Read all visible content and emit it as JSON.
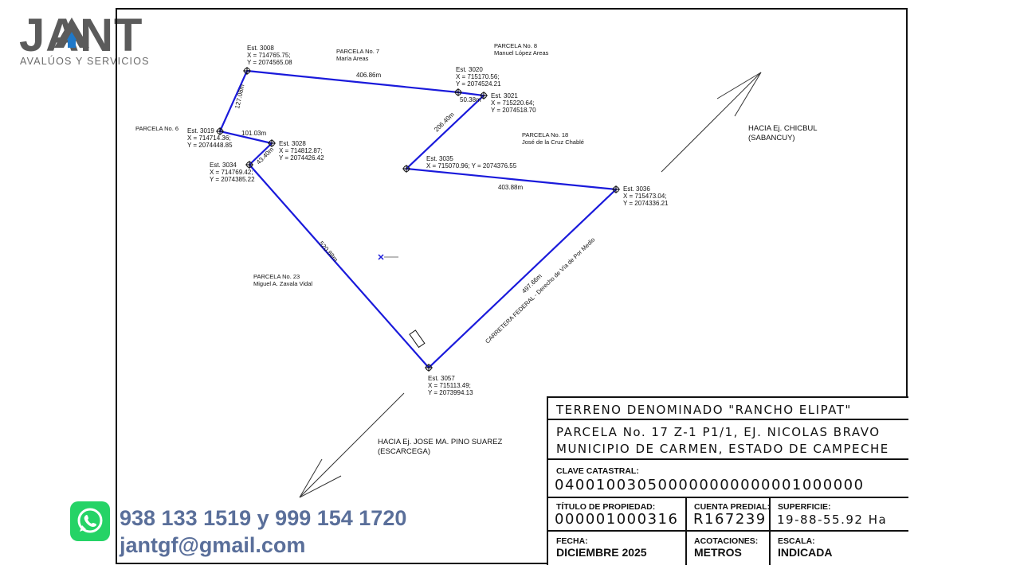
{
  "logo": {
    "title": "JANT",
    "subtitle": "AVALÚOS Y SERVICIOS"
  },
  "contact": {
    "phone": "938 133 1519 y 999 154 1720",
    "email": "jantgf@gmail.com"
  },
  "stations": [
    {
      "name": "Est. 3008",
      "x": "X = 714765.75;",
      "y": "Y = 2074565.08"
    },
    {
      "name": "Est. 3020",
      "x": "X = 715170.56;",
      "y": "Y = 2074524.21"
    },
    {
      "name": "Est. 3021",
      "x": "X = 715220.64;",
      "y": "Y = 2074518.70"
    },
    {
      "name": "Est. 3019",
      "x": "X = 714714.36;",
      "y": "Y = 2074448.85"
    },
    {
      "name": "Est. 3028",
      "x": "X = 714812.87;",
      "y": "Y = 2074426.42"
    },
    {
      "name": "Est. 3034",
      "x": "X = 714769.42;",
      "y": "Y = 2074385.22"
    },
    {
      "name": "Est. 3035",
      "x": "X = 715070.96; Y = 2074376.55",
      "y": ""
    },
    {
      "name": "Est. 3036",
      "x": "X = 715473.04;",
      "y": "Y = 2074336.21"
    },
    {
      "name": "Est. 3057",
      "x": "X = 715113.49;",
      "y": "Y = 2073994.13"
    }
  ],
  "distances": [
    "406.86m",
    "50.38m",
    "127.08m",
    "101.03m",
    "43.40m",
    "206.40m",
    "403.88m",
    "520.88m",
    "497.66m"
  ],
  "parcels": [
    {
      "title": "PARCELA No. 7",
      "owner": "María Areas"
    },
    {
      "title": "PARCELA No. 8",
      "owner": "Manuel López Areas"
    },
    {
      "title": "PARCELA No. 6",
      "owner": ""
    },
    {
      "title": "PARCELA No. 18",
      "owner": "José de la Cruz Chablé"
    },
    {
      "title": "PARCELA No. 23",
      "owner": "Miguel A. Zavala Vidal"
    }
  ],
  "road_label": "CARRETERA FEDERAL - Derecho de Vía de Por Medio",
  "directions": {
    "ne_line1": "HACIA Ej. CHICBUL",
    "ne_line2": "(SABANCUY)",
    "sw_line1": "HACIA Ej. JOSE MA. PINO SUAREZ",
    "sw_line2": "(ESCARCEGA)"
  },
  "title_block": {
    "terreno": "TERRENO DENOMINADO \"RANCHO ELIPAT\"",
    "parcela_line1": "PARCELA No. 17 Z-1 P1/1, EJ. NICOLAS BRAVO",
    "parcela_line2": "MUNICIPIO DE CARMEN, ESTADO DE CAMPECHE",
    "clave_label": "CLAVE CATASTRAL:",
    "clave_value": "040010030500000000000001000000",
    "titulo_label": "TÍTULO DE PROPIEDAD:",
    "titulo_value": "000001000316",
    "cuenta_label": "CUENTA PREDIAL:",
    "cuenta_value": "R167239",
    "superficie_label": "SUPERFICIE:",
    "superficie_value": "19-88-55.92 Ha",
    "fecha_label": "FECHA:",
    "fecha_value": "DICIEMBRE 2025",
    "acotaciones_label": "ACOTACIONES:",
    "acotaciones_value": "METROS",
    "escala_label": "ESCALA:",
    "escala_value": "INDICADA"
  },
  "colors": {
    "boundary": "#1a1adb",
    "logo_accent": "#1f78c8",
    "contact": "#5a6f9a",
    "whatsapp": "#25d366"
  }
}
